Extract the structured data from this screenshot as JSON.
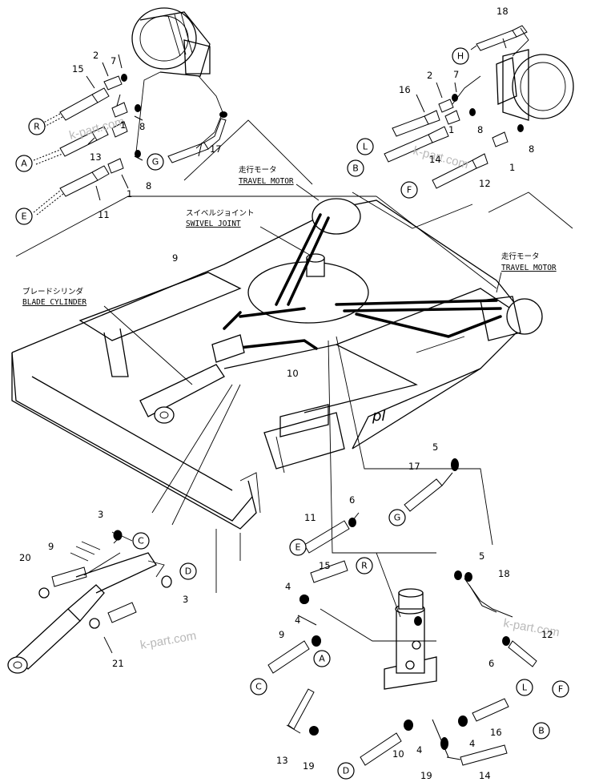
{
  "labels": {
    "travel_motor_jp": "走行モータ",
    "travel_motor_en": "TRAVEL MOTOR",
    "swivel_joint_jp": "スイベルジョイント",
    "swivel_joint_en": "SWIVEL JOINT",
    "blade_cylinder_jp": "ブレードシリンダ",
    "blade_cylinder_en": "BLADE CYLINDER"
  },
  "watermark": "k-part.com",
  "part_numbers": {
    "p1": "1",
    "p2": "2",
    "p3": "3",
    "p4": "4",
    "p5": "5",
    "p6": "6",
    "p7": "7",
    "p8": "8",
    "p9": "9",
    "p10": "10",
    "p11": "11",
    "p12": "12",
    "p13": "13",
    "p14": "14",
    "p15": "15",
    "p16": "16",
    "p17": "17",
    "p18": "18",
    "p19": "19",
    "p20": "20",
    "p21": "21"
  },
  "callouts": {
    "A": "A",
    "B": "B",
    "C": "C",
    "D": "D",
    "E": "E",
    "F": "F",
    "G": "G",
    "H": "H",
    "L": "L",
    "R": "R"
  }
}
